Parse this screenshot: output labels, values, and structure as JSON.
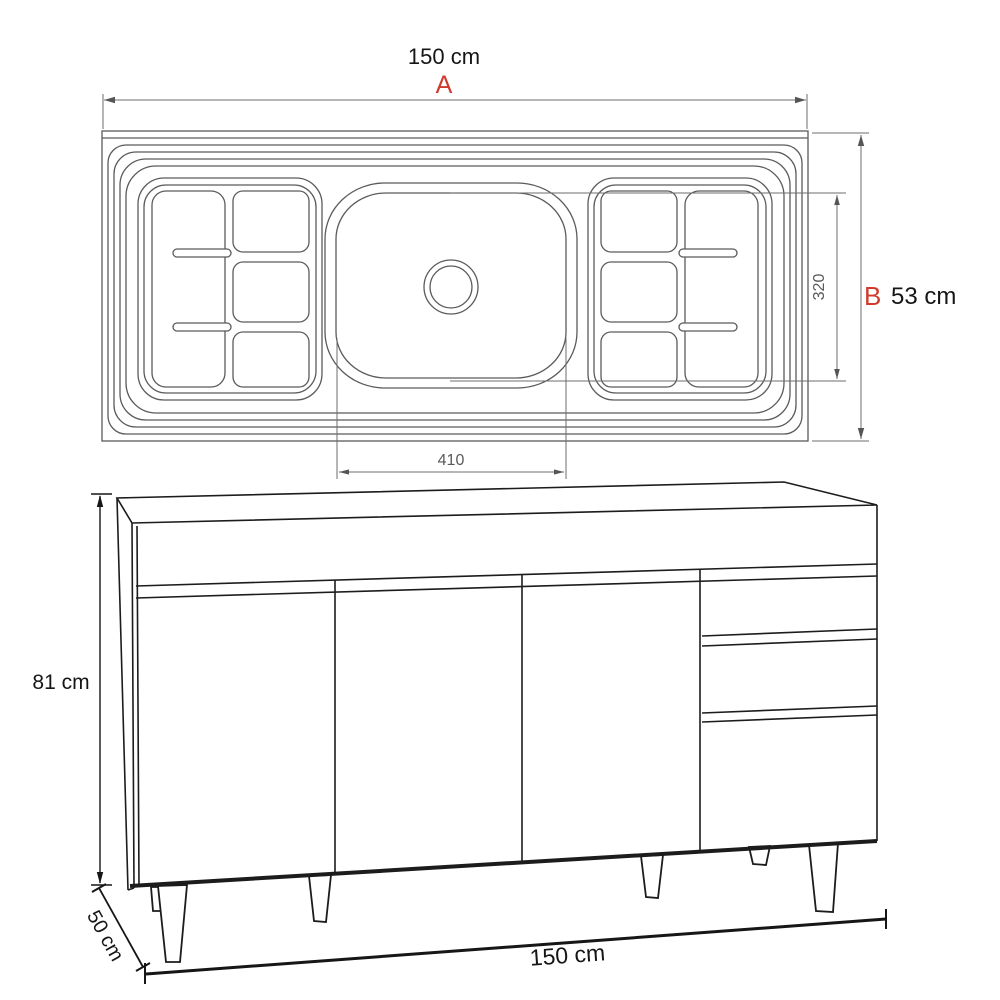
{
  "page": {
    "background": "#ffffff",
    "description": "Technical drawing of a kitchen sink countertop (top view) and its base cabinet (perspective view) with dimensions"
  },
  "colors": {
    "accent_red": "#d03a2d",
    "line_dark": "#1c1c1c",
    "line_gray": "#5b5b5b",
    "dim_gray": "#6e6e6e"
  },
  "top_view": {
    "width_value": "150 cm",
    "width_letter": "A",
    "depth_letter": "B",
    "depth_value": "53 cm",
    "bowl_depth_value": "320",
    "bowl_width_value": "410"
  },
  "cabinet_view": {
    "height_value": "81 cm",
    "depth_value": "50 cm",
    "width_value": "150 cm"
  }
}
